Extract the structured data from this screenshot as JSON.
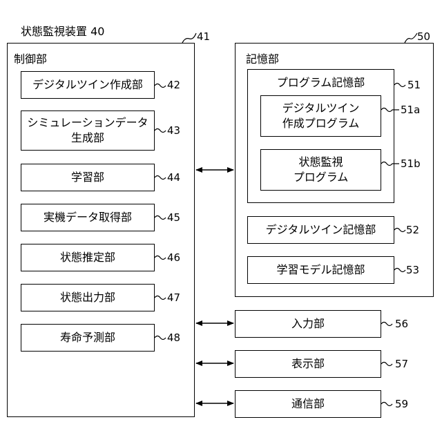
{
  "diagram": {
    "device_title": "状態監視装置 40",
    "device_ref": "41",
    "control": {
      "title": "制御部",
      "modules": [
        {
          "label": "デジタルツイン作成部",
          "ref": "42"
        },
        {
          "label": "シミュレーションデータ\n生成部",
          "ref": "43"
        },
        {
          "label": "学習部",
          "ref": "44"
        },
        {
          "label": "実機データ取得部",
          "ref": "45"
        },
        {
          "label": "状態推定部",
          "ref": "46"
        },
        {
          "label": "状態出力部",
          "ref": "47"
        },
        {
          "label": "寿命予測部",
          "ref": "48"
        }
      ]
    },
    "storage": {
      "title": "記憶部",
      "ref": "50",
      "program_storage": {
        "title": "プログラム記憶部",
        "ref": "51",
        "programs": [
          {
            "label": "デジタルツイン\n作成プログラム",
            "ref": "51a"
          },
          {
            "label": "状態監視\nプログラム",
            "ref": "51b"
          }
        ]
      },
      "units": [
        {
          "label": "デジタルツイン記憶部",
          "ref": "52"
        },
        {
          "label": "学習モデル記憶部",
          "ref": "53"
        }
      ]
    },
    "io_units": [
      {
        "label": "入力部",
        "ref": "56"
      },
      {
        "label": "表示部",
        "ref": "57"
      },
      {
        "label": "通信部",
        "ref": "59"
      }
    ]
  }
}
